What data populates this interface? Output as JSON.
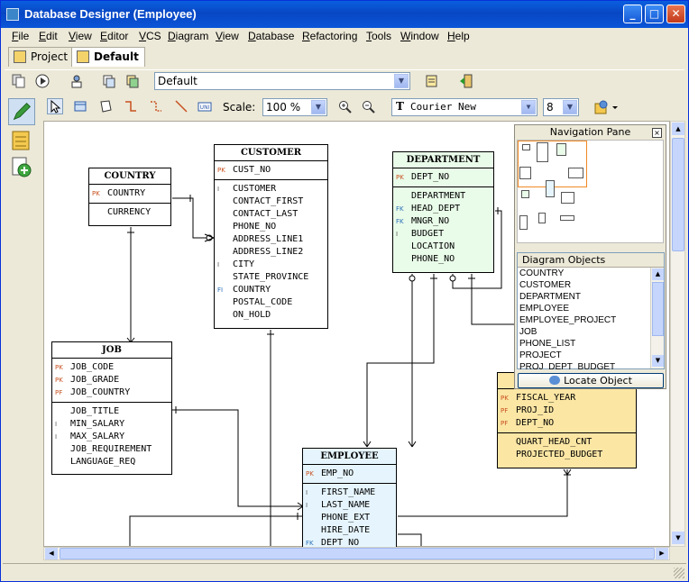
{
  "window": {
    "title": "Database Designer (Employee)"
  },
  "menu": [
    "File",
    "Edit",
    "View",
    "Editor",
    "VCS",
    "Diagram",
    "View",
    "Database",
    "Refactoring",
    "Tools",
    "Window",
    "Help"
  ],
  "tabs": [
    {
      "label": "Project"
    },
    {
      "label": "Default"
    }
  ],
  "toolbar1": {
    "schema_value": "Default"
  },
  "toolbar2": {
    "scale_label": "Scale:",
    "scale_value": "100 %",
    "font_value": "Courier New",
    "size_value": "8"
  },
  "nav_pane": {
    "title": "Navigation Pane",
    "close": "×"
  },
  "diagram_objects": {
    "title": "Diagram Objects",
    "items": [
      "COUNTRY",
      "CUSTOMER",
      "DEPARTMENT",
      "EMPLOYEE",
      "EMPLOYEE_PROJECT",
      "JOB",
      "PHONE_LIST",
      "PROJECT",
      "PROJ_DEPT_BUDGET"
    ],
    "locate_label": "Locate Object"
  },
  "entities": {
    "country": {
      "title": "COUNTRY",
      "pk": [
        {
          "k": "PK",
          "name": "COUNTRY"
        }
      ],
      "cols": [
        {
          "k": "",
          "name": "CURRENCY"
        }
      ]
    },
    "customer": {
      "title": "CUSTOMER",
      "pk": [
        {
          "k": "PK",
          "name": "CUST_NO"
        }
      ],
      "cols": [
        {
          "k": "I",
          "name": "CUSTOMER"
        },
        {
          "k": "",
          "name": "CONTACT_FIRST"
        },
        {
          "k": "",
          "name": "CONTACT_LAST"
        },
        {
          "k": "",
          "name": "PHONE_NO"
        },
        {
          "k": "",
          "name": "ADDRESS_LINE1"
        },
        {
          "k": "",
          "name": "ADDRESS_LINE2"
        },
        {
          "k": "I",
          "name": "CITY"
        },
        {
          "k": "",
          "name": "STATE_PROVINCE"
        },
        {
          "k": "FI",
          "name": "COUNTRY"
        },
        {
          "k": "",
          "name": "POSTAL_CODE"
        },
        {
          "k": "",
          "name": "ON_HOLD"
        }
      ]
    },
    "department": {
      "title": "DEPARTMENT",
      "pk": [
        {
          "k": "PK",
          "name": "DEPT_NO"
        }
      ],
      "cols": [
        {
          "k": "",
          "name": "DEPARTMENT"
        },
        {
          "k": "FK",
          "name": "HEAD_DEPT"
        },
        {
          "k": "FK",
          "name": "MNGR_NO"
        },
        {
          "k": "I",
          "name": "BUDGET"
        },
        {
          "k": "",
          "name": "LOCATION"
        },
        {
          "k": "",
          "name": "PHONE_NO"
        }
      ]
    },
    "job": {
      "title": "JOB",
      "pk": [
        {
          "k": "PK",
          "name": "JOB_CODE"
        },
        {
          "k": "PK",
          "name": "JOB_GRADE"
        },
        {
          "k": "PF",
          "name": "JOB_COUNTRY"
        }
      ],
      "cols": [
        {
          "k": "",
          "name": "JOB_TITLE"
        },
        {
          "k": "I",
          "name": "MIN_SALARY"
        },
        {
          "k": "I",
          "name": "MAX_SALARY"
        },
        {
          "k": "",
          "name": "JOB_REQUIREMENT"
        },
        {
          "k": "",
          "name": "LANGUAGE_REQ"
        }
      ]
    },
    "employee": {
      "title": "EMPLOYEE",
      "pk": [
        {
          "k": "PK",
          "name": "EMP_NO"
        }
      ],
      "cols": [
        {
          "k": "I",
          "name": "FIRST_NAME"
        },
        {
          "k": "I",
          "name": "LAST_NAME"
        },
        {
          "k": "",
          "name": "PHONE_EXT"
        },
        {
          "k": "",
          "name": "HIRE_DATE"
        },
        {
          "k": "FK",
          "name": "DEPT_NO"
        }
      ]
    },
    "budget": {
      "title": "",
      "pk": [
        {
          "k": "PK",
          "name": "FISCAL_YEAR"
        },
        {
          "k": "PF",
          "name": "PROJ_ID"
        },
        {
          "k": "PF",
          "name": "DEPT_NO"
        }
      ],
      "cols": [
        {
          "k": "",
          "name": "QUART_HEAD_CNT"
        },
        {
          "k": "",
          "name": "PROJECTED_BUDGET"
        }
      ]
    }
  }
}
